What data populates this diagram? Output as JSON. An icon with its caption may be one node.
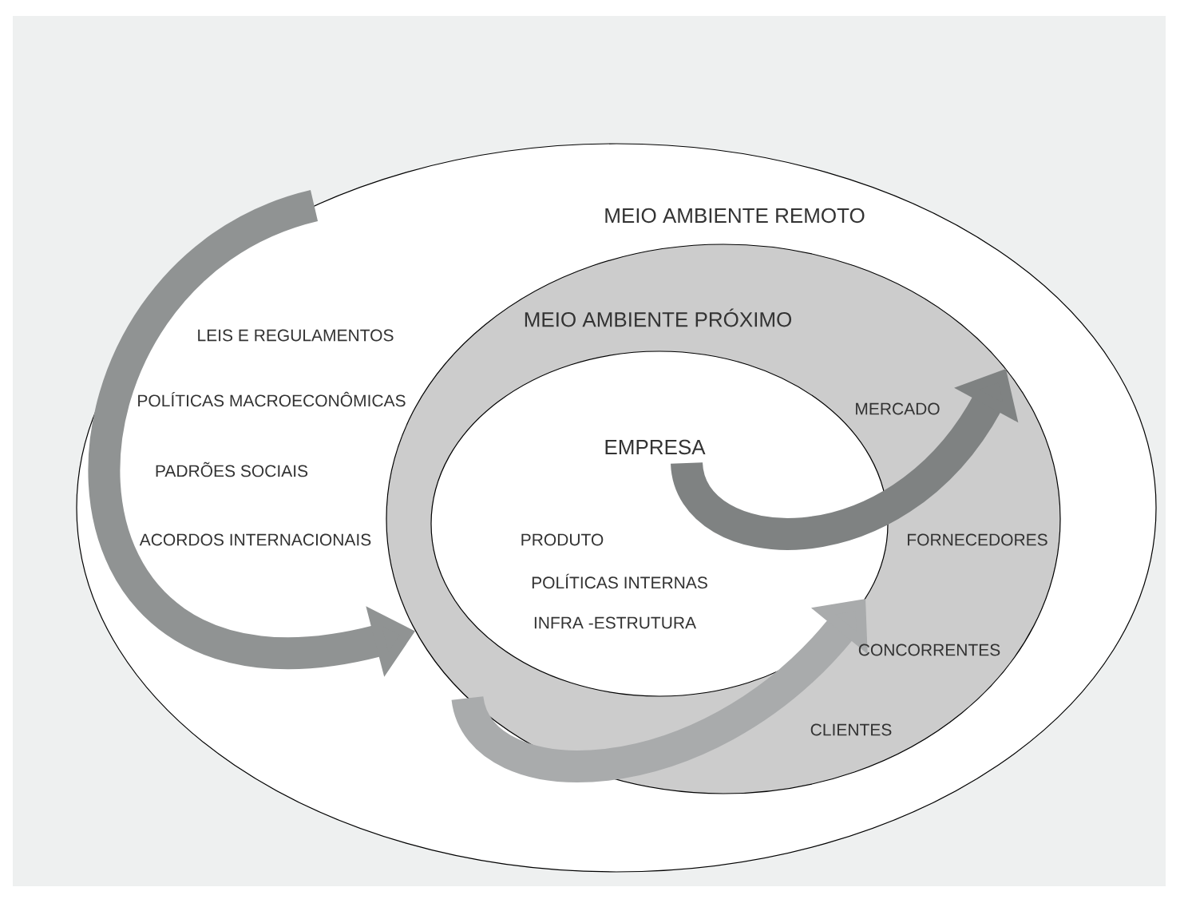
{
  "diagram": {
    "nodes": [
      {
        "text": [
          "MEIO AMBIENTE REMOTO",
          "LEIS E REGULAMENTOS",
          "POLÍTICAS MACROECONÔMICAS",
          "PADRÕES SOCIAIS",
          "ACORDOS INTERNACIONAIS"
        ]
      },
      {
        "text": [
          "MEIO  AMBIENTE PRÓXIMO",
          "MERCADO",
          "FORNECEDORES",
          "CONCORRENTES",
          "CLIENTES"
        ],
        "in": 0
      },
      {
        "text": [
          "EMPRESA",
          "PRODUTO",
          "POLÍTICAS INTERNAS",
          "INFRA -ESTRUTURA"
        ],
        "in": 1
      }
    ],
    "edges": [
      {
        "from": 0,
        "to": 1,
        "arrow": "to",
        "color": "#909393"
      },
      {
        "from": 1,
        "to": 2,
        "arrow": "to",
        "color": "#a9abac"
      },
      {
        "from": 2,
        "to": 1,
        "arrow": "to",
        "color": "#7f8282"
      }
    ]
  }
}
